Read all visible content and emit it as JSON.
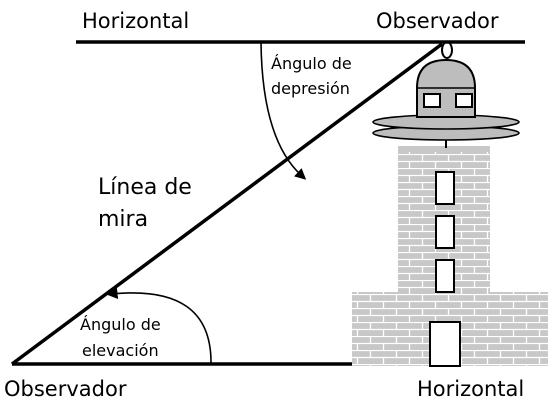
{
  "labels": {
    "top_left": "Horizontal",
    "top_right": "Observador",
    "bottom_left": "Observador",
    "bottom_right": "Horizontal",
    "depression_line1": "Ángulo de",
    "depression_line2": "depresión",
    "elevation_line1": "Ángulo de",
    "elevation_line2": "elevación",
    "sight_line1": "Línea de",
    "sight_line2": "mira"
  },
  "colors": {
    "line": "#000000",
    "brick": "#c8c8c8",
    "mortar": "#ffffff",
    "dome": "#bdbdbd",
    "window": "#ffffff"
  }
}
